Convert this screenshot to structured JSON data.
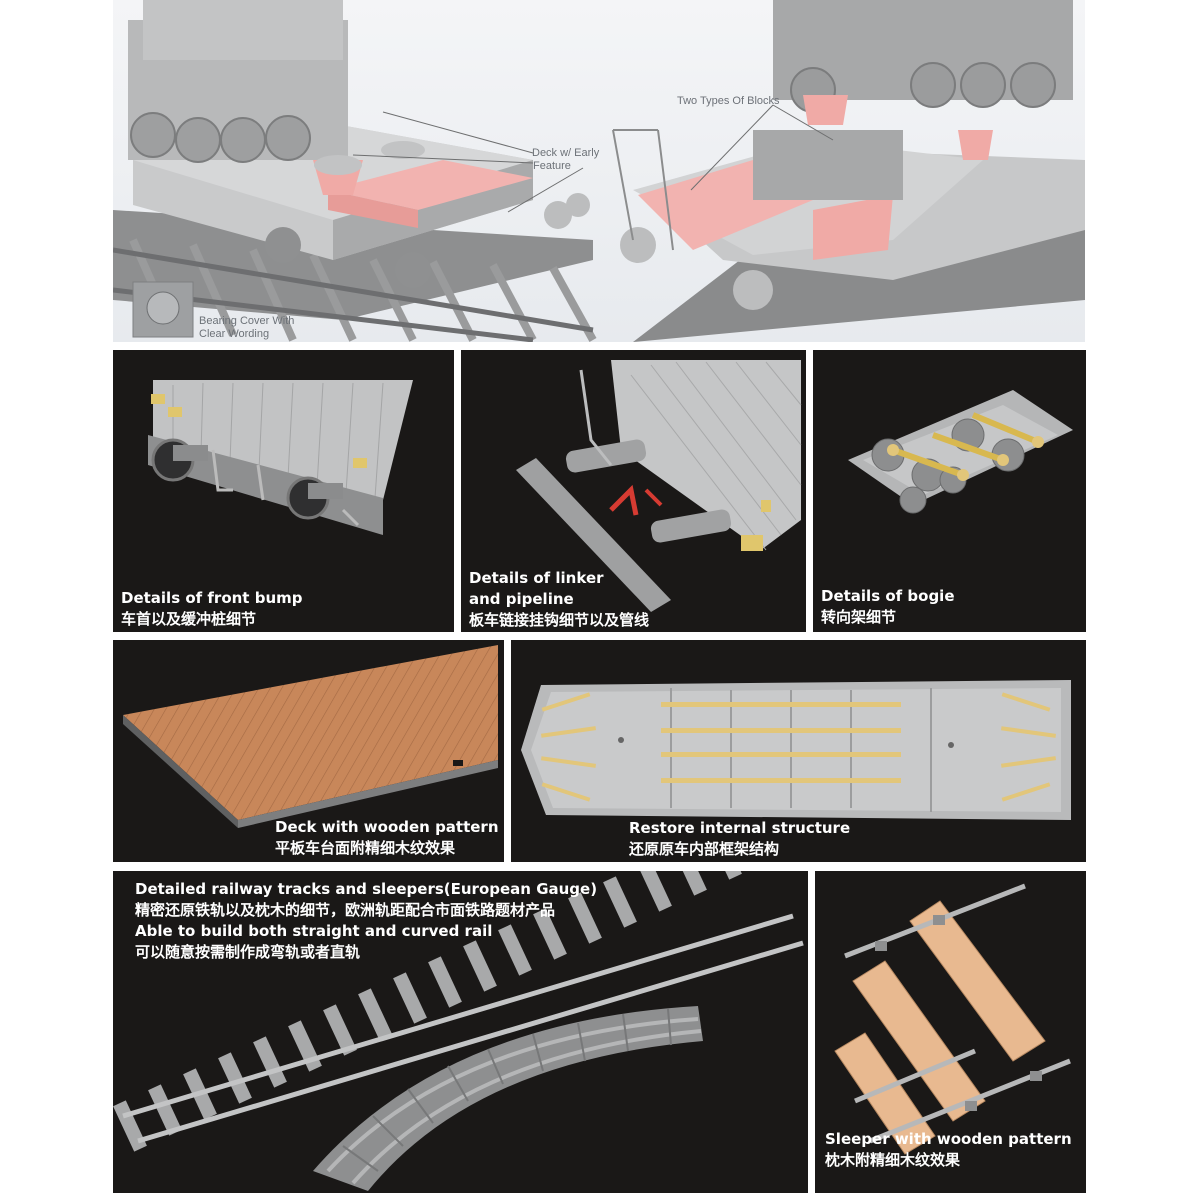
{
  "top_panel": {
    "labels": {
      "deck_early": [
        "Deck w/ Early",
        "Feature"
      ],
      "two_blocks": "Two Types Of Blocks",
      "bearing": [
        "Bearing Cover With",
        "Clear Wording"
      ]
    }
  },
  "panels": {
    "front_bump": {
      "en": "Details of front bump",
      "cn": "车首以及缓冲桩细节"
    },
    "linker": {
      "en": [
        "Details of linker",
        "and pipeline"
      ],
      "cn": "板车链接挂钩细节以及管线"
    },
    "bogie": {
      "en": "Details of bogie",
      "cn": "转向架细节"
    },
    "deck_wood": {
      "en": "Deck with wooden pattern",
      "cn": "平板车台面附精细木纹效果"
    },
    "internal": {
      "en": "Restore internal structure",
      "cn": "还原原车内部框架结构"
    },
    "tracks": {
      "en1": "Detailed railway tracks and sleepers(European Gauge)",
      "cn1": "精密还原铁轨以及枕木的细节，欧洲轨距配合市面铁路题材产品",
      "en2": "Able to build both straight and curved rail",
      "cn2": "可以随意按需制作成弯轨或者直轨"
    },
    "sleeper": {
      "en": "Sleeper with wooden pattern",
      "cn": "枕木附精细木纹效果"
    }
  },
  "colors": {
    "panel_bg": "#1a1817",
    "model_grey": "#b9bbbd",
    "highlight_pink": "#f0a8a8",
    "wood": "#c8875a",
    "brass": "#e2c67a"
  }
}
